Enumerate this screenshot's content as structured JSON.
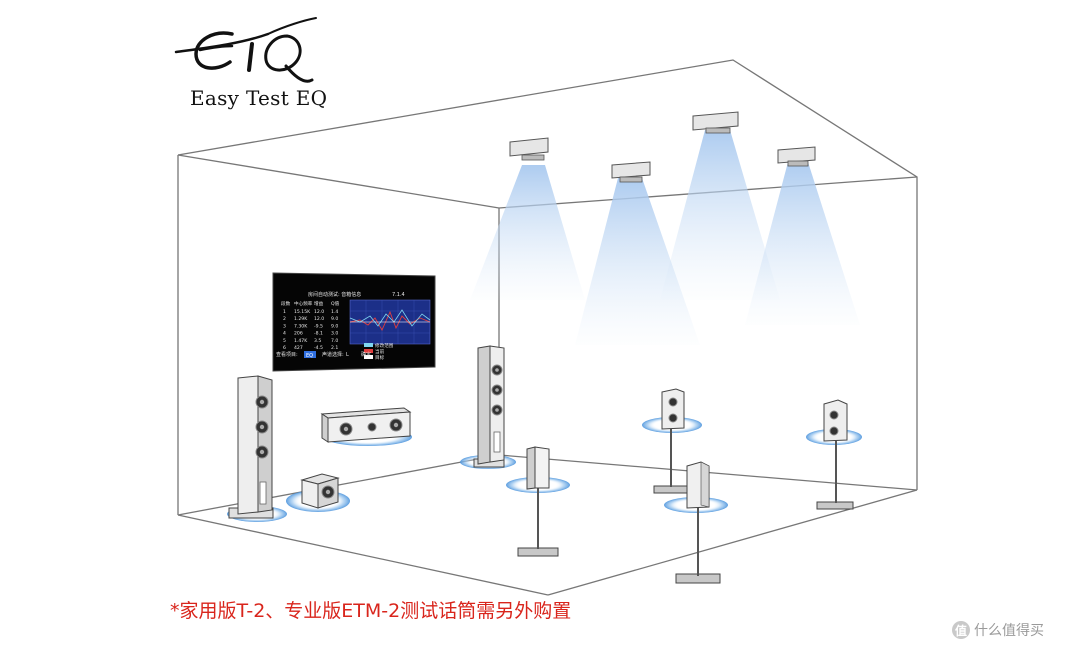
{
  "logo": {
    "brand_text": "Easy Test EQ",
    "mark": "eiq-script-logo"
  },
  "screen": {
    "title": "房间自动测试: 音箱信息",
    "version": "7.1.4",
    "col_headers": [
      "段数",
      "中心频率",
      "增益",
      "Q值"
    ],
    "rows": [
      [
        "1",
        "15.15K",
        "12.0",
        "1.4"
      ],
      [
        "2",
        "1.29K",
        "12.0",
        "9.0"
      ],
      [
        "3",
        "7.30K",
        "-9.5",
        "9.0"
      ],
      [
        "4",
        "206",
        "-8.1",
        "3.0"
      ],
      [
        "5",
        "1.47K",
        "3.5",
        "7.0"
      ],
      [
        "6",
        "427",
        "-4.5",
        "2.1"
      ]
    ],
    "legend": [
      "修改范围",
      "当前",
      "目标"
    ],
    "footer_label": "查看项目:",
    "footer_value": "EQ",
    "footer_channel_label": "声道选择:",
    "footer_channel_value": "L",
    "footer_button": "确定"
  },
  "colors": {
    "note_red": "#d9251c",
    "beam_blue": "#b8d4f2",
    "ring_blue": "#5aa0e0"
  },
  "note": "*家用版T-2、专业版ETM-2测试话筒需另外购置",
  "watermark": {
    "text": "什么值得买",
    "badge": "值"
  }
}
